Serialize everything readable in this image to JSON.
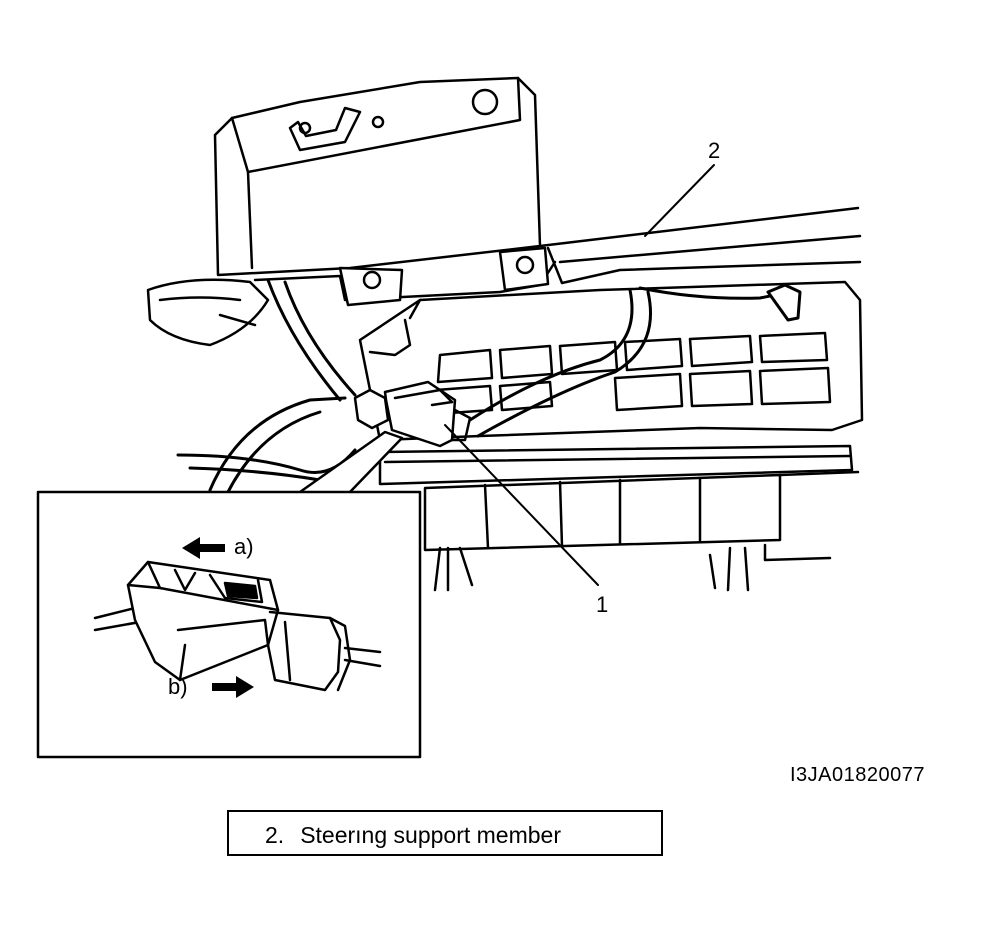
{
  "callouts": {
    "one": "1",
    "two": "2"
  },
  "inset": {
    "arrow_a": "a)",
    "arrow_b": "b)"
  },
  "figure_id": "I3JA01820077",
  "legend": {
    "number": "2.",
    "text": "Steerıng support member"
  }
}
